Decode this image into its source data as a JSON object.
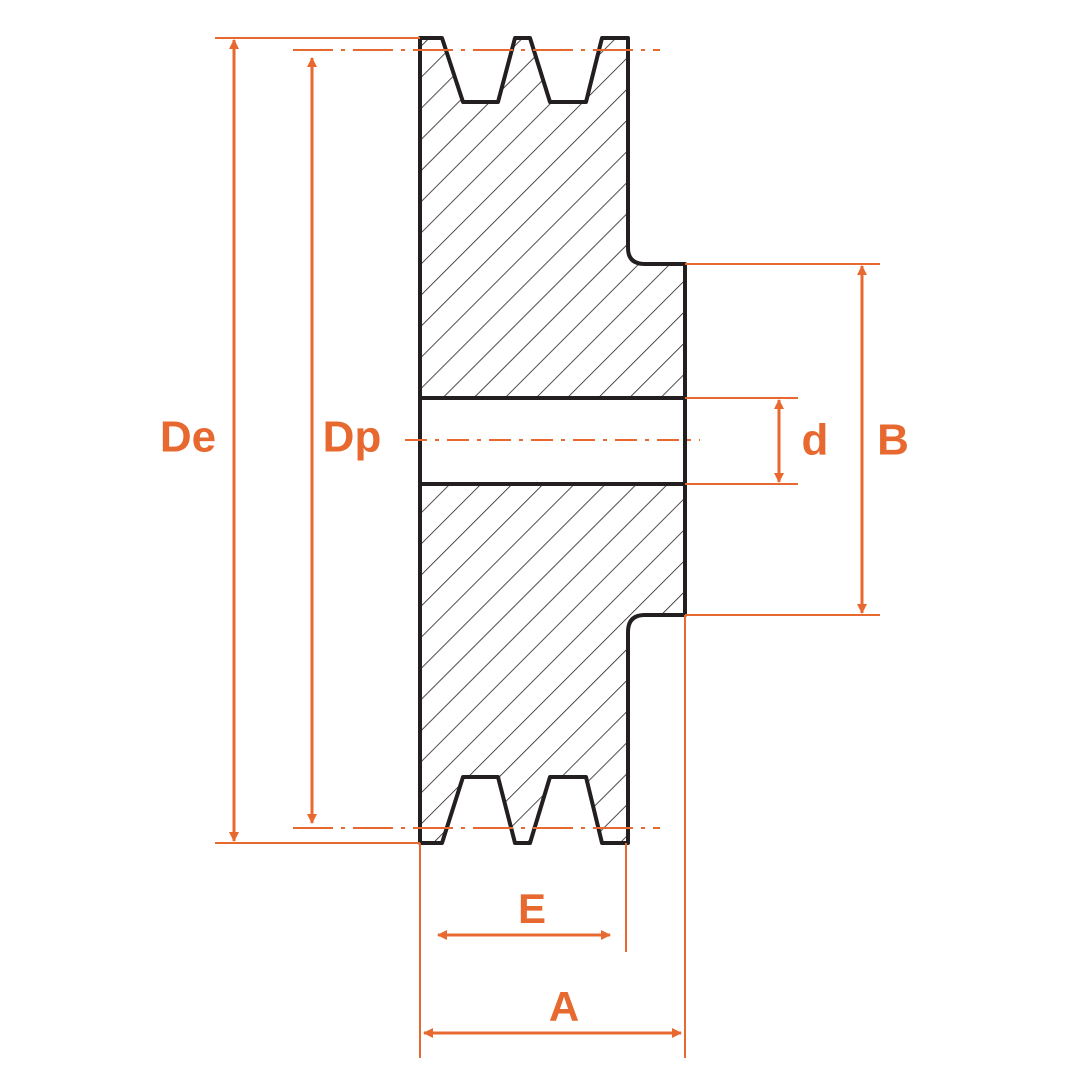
{
  "labels": {
    "outer_diameter": "De",
    "pitch_diameter": "Dp",
    "bore_diameter": "d",
    "hub_diameter": "B",
    "groove_spacing": "E",
    "total_width": "A"
  },
  "colors": {
    "dimension": "#e8692f",
    "outline": "#231f20",
    "hatch": "#231f20",
    "background": "#ffffff"
  }
}
